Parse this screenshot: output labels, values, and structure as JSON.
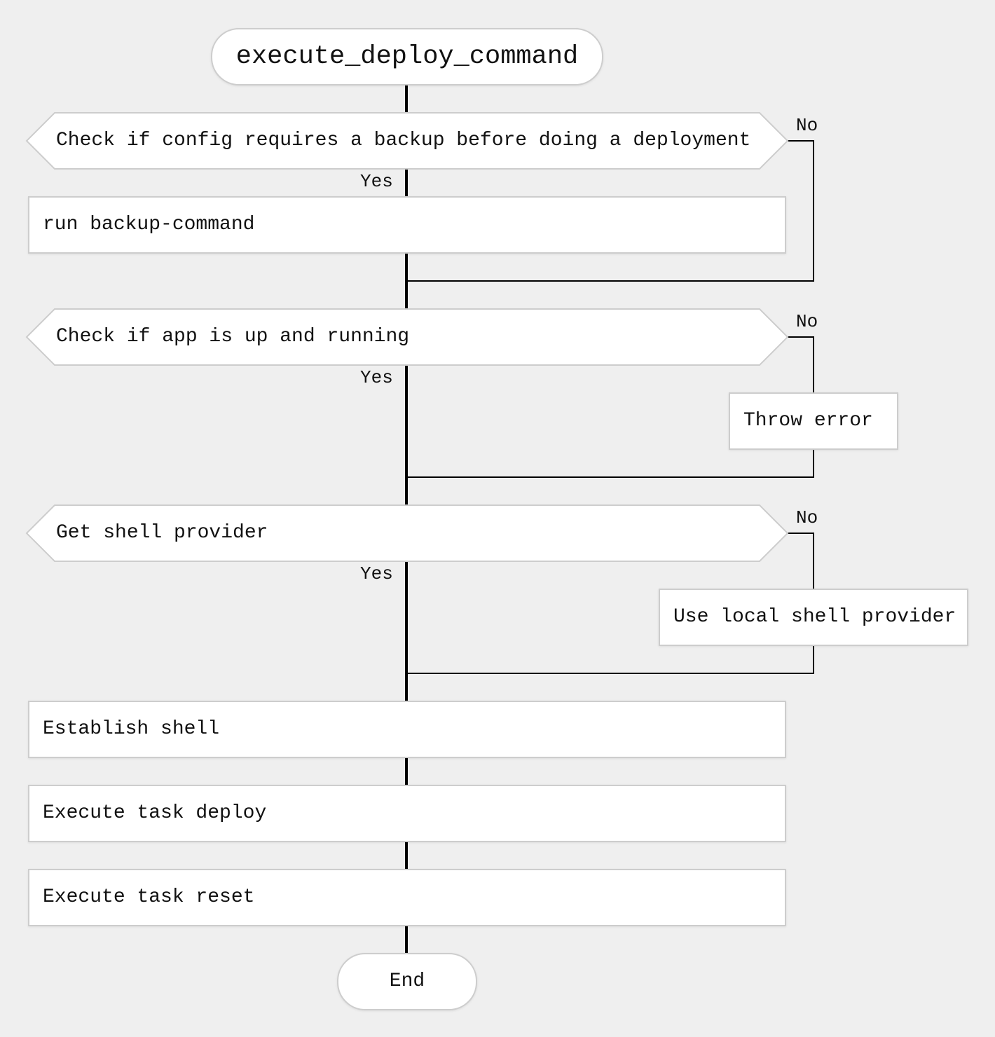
{
  "start": {
    "label": "execute_deploy_command"
  },
  "end": {
    "label": "End"
  },
  "decisions": [
    {
      "label": "Check if config requires a backup before doing a deployment",
      "yes": "Yes",
      "no": "No"
    },
    {
      "label": "Check if app is up and running",
      "yes": "Yes",
      "no": "No"
    },
    {
      "label": "Get shell provider",
      "yes": "Yes",
      "no": "No"
    }
  ],
  "steps": {
    "backup": "run backup-command",
    "throw_error": "Throw error",
    "local_shell": "Use local shell provider",
    "establish_shell": "Establish shell",
    "execute_deploy": "Execute task deploy",
    "execute_reset": "Execute task reset"
  }
}
